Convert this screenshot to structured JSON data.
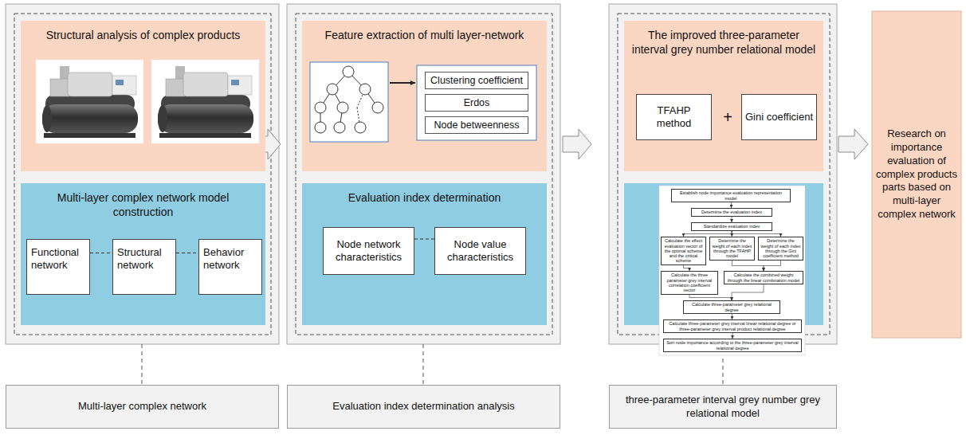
{
  "diagram": {
    "nodes": [
      {
        "text": [
          "Structural analysis of complex products"
        ]
      },
      {
        "text": [
          "Multi-layer complex network model construction"
        ]
      },
      {
        "text": [
          "Functional network"
        ],
        "in": 1
      },
      {
        "text": [
          "Structural network"
        ],
        "in": 1
      },
      {
        "text": [
          "Behavior network"
        ],
        "in": 1
      },
      {
        "text": [
          "Feature extraction of multi layer-network"
        ]
      },
      {
        "text": [
          "Clustering coefficient"
        ],
        "in": 5
      },
      {
        "text": [
          "Erdos"
        ],
        "in": 5
      },
      {
        "text": [
          "Node betweenness"
        ],
        "in": 5
      },
      {
        "text": [
          "Evaluation index determination"
        ]
      },
      {
        "text": [
          "Node network characteristics"
        ],
        "in": 9
      },
      {
        "text": [
          "Node value characteristics"
        ],
        "in": 9
      },
      {
        "text": [
          "The improved three-parameter interval grey number relational model"
        ]
      },
      {
        "text": [
          "TFAHP method"
        ],
        "in": 12
      },
      {
        "text": [
          "Gini coefficient"
        ],
        "in": 12
      },
      {
        "text": [
          "Establish node importance evaluation representation model"
        ]
      },
      {
        "text": [
          "Determine the evaluation index"
        ]
      },
      {
        "text": [
          "Standardize evaluation index"
        ]
      },
      {
        "text": [
          "Calculate the effect evaluation vector of the optimal scheme and the critical scheme"
        ]
      },
      {
        "text": [
          "Determine the weight of each index through the TFAHP model"
        ]
      },
      {
        "text": [
          "Determine the weight of each index through the Gini coefficient method"
        ]
      },
      {
        "text": [
          "Calculate the three parameter grey interval correlation coefficient vector"
        ]
      },
      {
        "text": [
          "Calculate the combined weight through the linear combination model"
        ]
      },
      {
        "text": [
          "Calculate three-parameter grey relational degree"
        ]
      },
      {
        "text": [
          "Calculate three-parameter grey interval linear relational degree or three-parameter grey interval product relational degree"
        ]
      },
      {
        "text": [
          "Sort node importance according to the three-parameter grey interval relational degree"
        ]
      },
      {
        "text": [
          "Research on importance evaluation of complex products parts based on multi-layer complex network"
        ]
      },
      {
        "text": [
          "Multi-layer complex network"
        ]
      },
      {
        "text": [
          "Evaluation index determination analysis"
        ]
      },
      {
        "text": [
          "three-parameter interval grey number grey relational model"
        ]
      }
    ],
    "edges": [
      {
        "from": 2,
        "to": 3,
        "arrow": "none"
      },
      {
        "from": 3,
        "to": 4,
        "arrow": "none"
      },
      {
        "from": 10,
        "to": 11,
        "arrow": "none"
      },
      {
        "from": 15,
        "to": 16,
        "arrow": "to"
      },
      {
        "from": 16,
        "to": 17,
        "arrow": "to"
      },
      {
        "from": 17,
        "to": 18,
        "arrow": "to"
      },
      {
        "from": 17,
        "to": 19,
        "arrow": "to"
      },
      {
        "from": 17,
        "to": 20,
        "arrow": "to"
      },
      {
        "from": 18,
        "to": 21,
        "arrow": "to"
      },
      {
        "from": 19,
        "to": 22,
        "arrow": "to"
      },
      {
        "from": 20,
        "to": 22,
        "arrow": "to"
      },
      {
        "from": 21,
        "to": 23,
        "arrow": "to"
      },
      {
        "from": 22,
        "to": 23,
        "arrow": "to"
      },
      {
        "from": 23,
        "to": 24,
        "arrow": "to"
      },
      {
        "from": 24,
        "to": 25,
        "arrow": "to"
      }
    ],
    "labels": [
      "+"
    ]
  }
}
